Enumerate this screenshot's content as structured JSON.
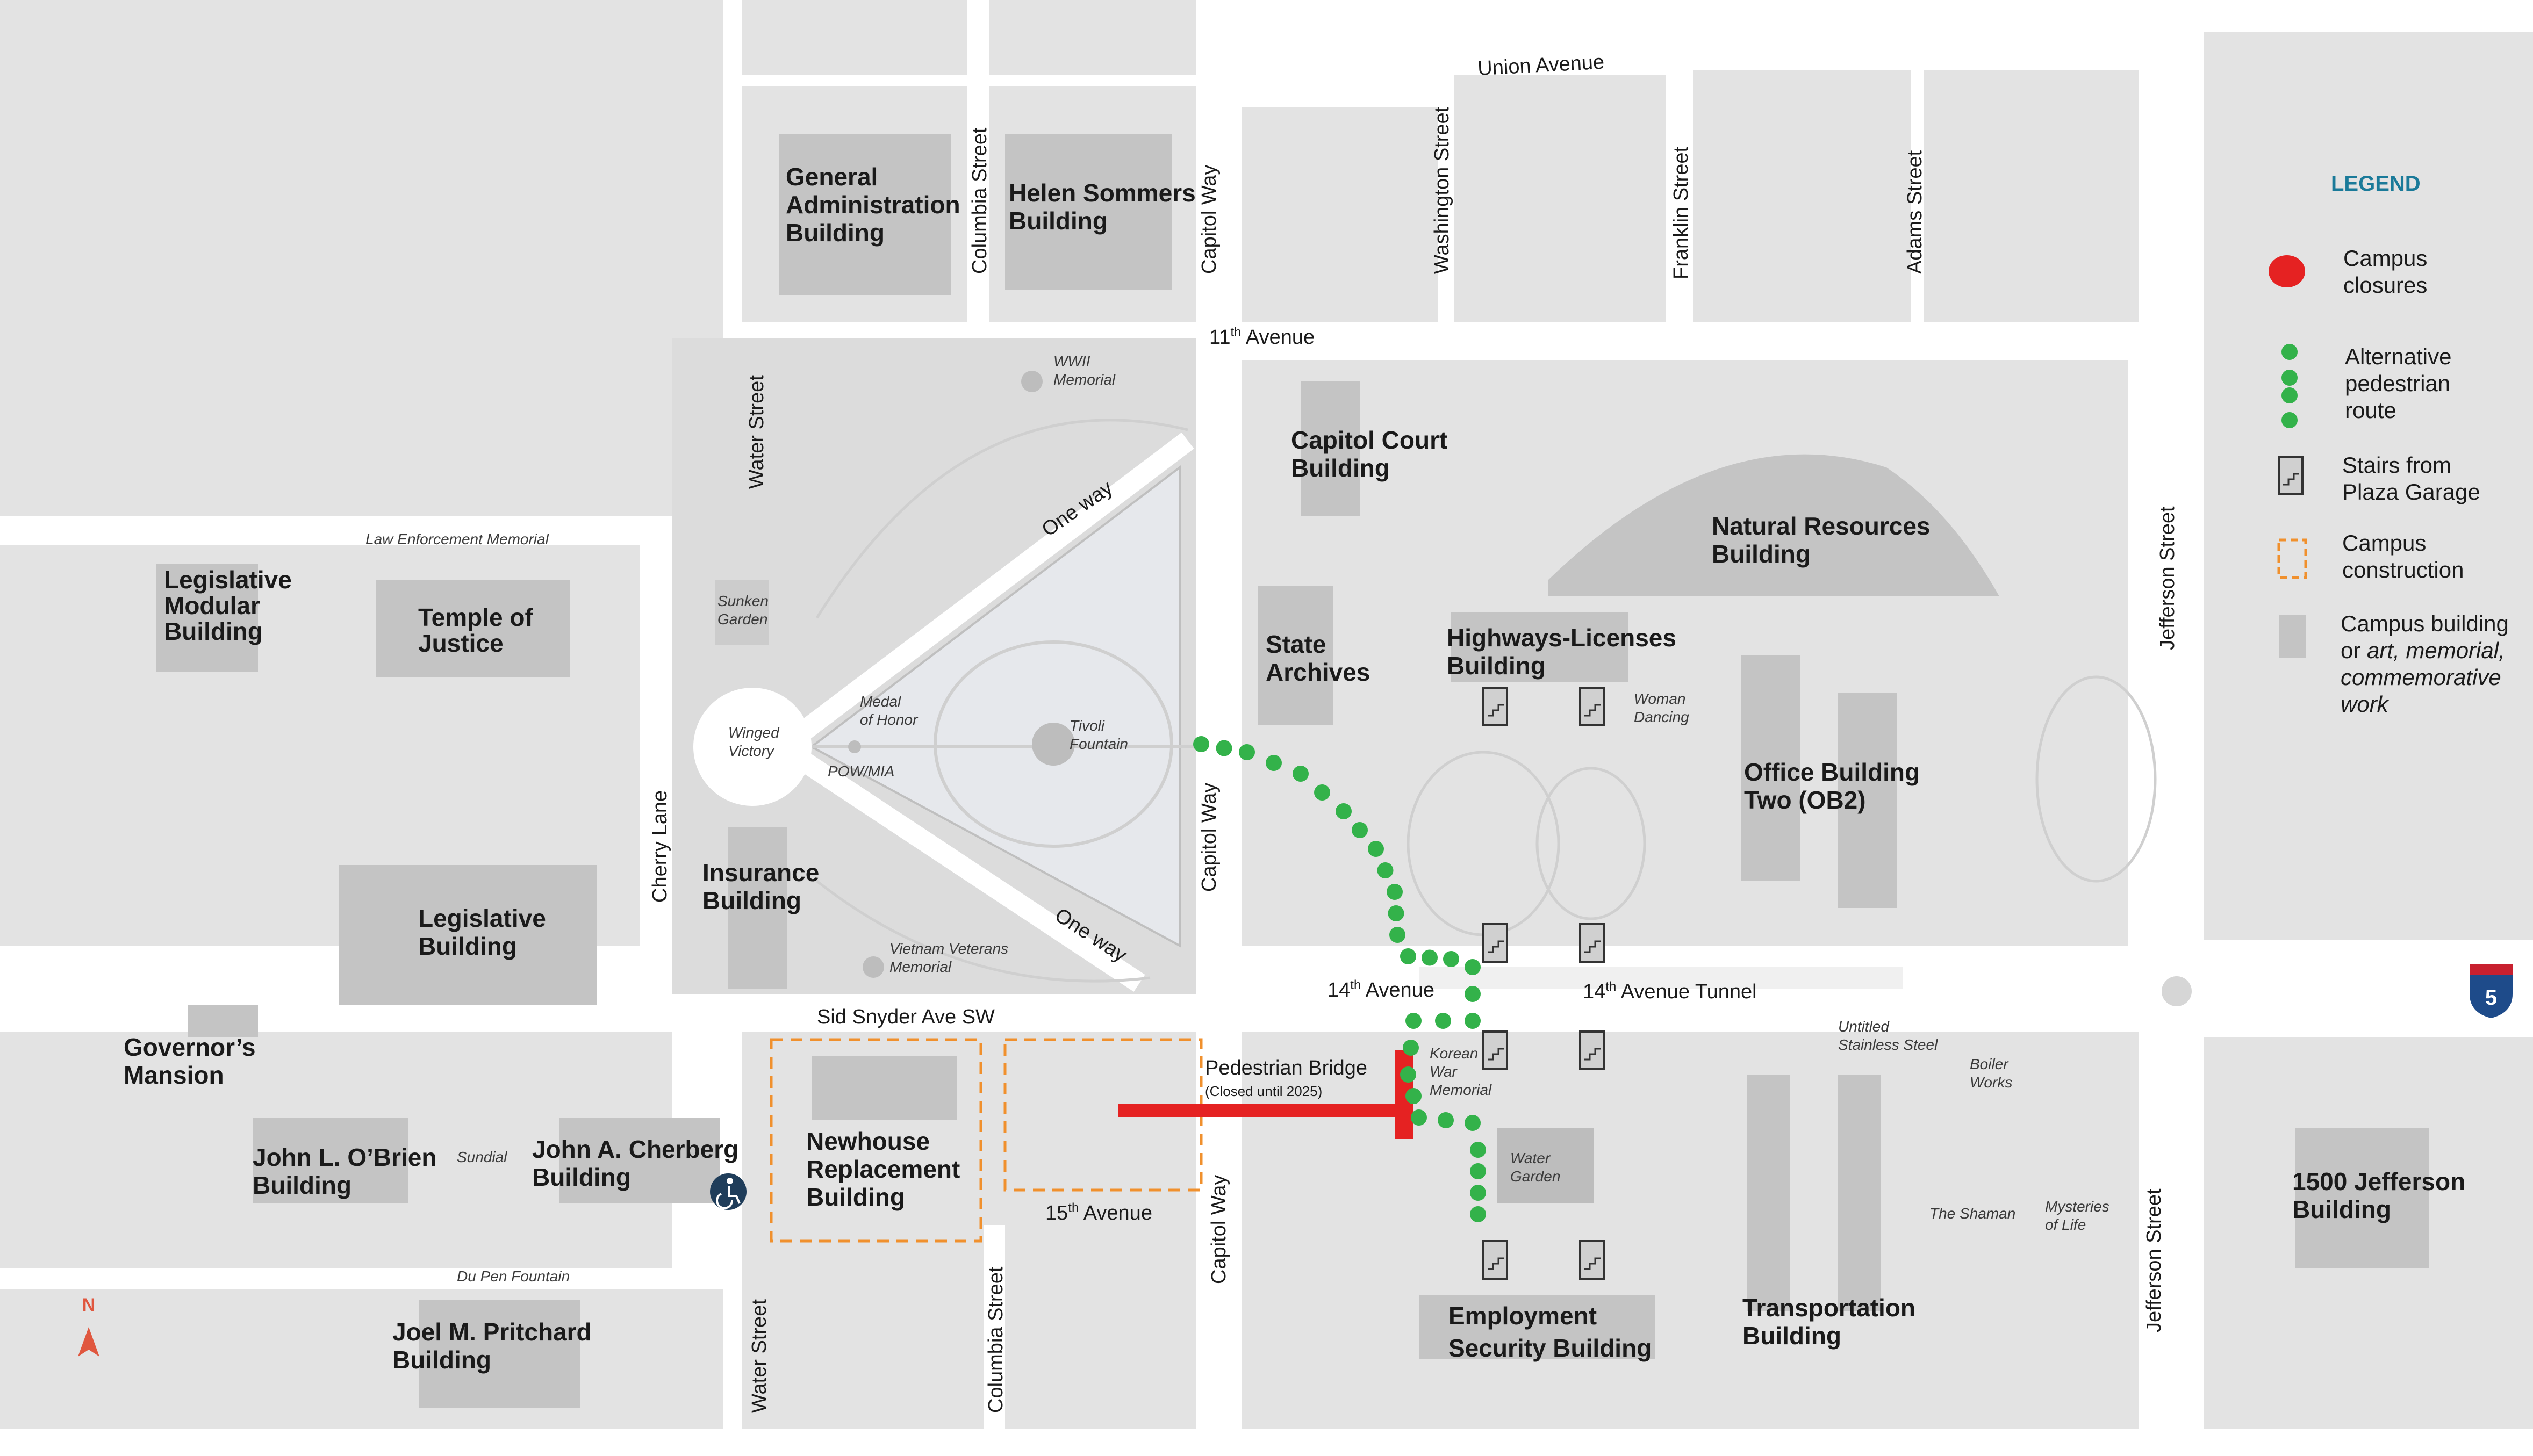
{
  "colors": {
    "background": "#ffffff",
    "block": "#e3e3e3",
    "building": "#c4c4c4",
    "park": "#e0e0e0",
    "closure": "#e52222",
    "route": "#33b24a",
    "construction": "#f0902d",
    "legend_title": "#1a7a99",
    "interstate_red": "#c8202f",
    "interstate_blue": "#1e4b8a"
  },
  "streets": {
    "union": "Union Avenue",
    "eleventh": "11",
    "eleventh_sup": "th",
    "eleventh_suffix": " Avenue",
    "fourteenth": "14",
    "fourteenth_sup": "th",
    "fourteenth_suffix": " Avenue",
    "tunnel": "14",
    "tunnel_sup": "th",
    "tunnel_suffix": " Avenue Tunnel",
    "fifteenth": "15",
    "fifteenth_sup": "th",
    "fifteenth_suffix": " Avenue",
    "sid_snyder": "Sid Snyder Ave SW",
    "columbia": "Columbia Street",
    "capitol_way": "Capitol Way",
    "washington": "Washington Street",
    "franklin": "Franklin Street",
    "adams": "Adams Street",
    "jefferson": "Jefferson Street",
    "water": "Water Street",
    "cherry": "Cherry Lane",
    "one_way": "One way"
  },
  "buildings": {
    "general_admin": [
      "General",
      "Administration",
      "Building"
    ],
    "helen_sommers": [
      "Helen Sommers",
      "Building"
    ],
    "capitol_court": [
      "Capitol Court",
      "Building"
    ],
    "natural_resources": [
      "Natural Resources",
      "Building"
    ],
    "state_archives": [
      "State",
      "Archives"
    ],
    "highways_licenses": [
      "Highways-Licenses",
      "Building"
    ],
    "ob2": [
      "Office Building",
      "Two (OB2)"
    ],
    "legislative_modular": [
      "Legislative",
      "Modular",
      "Building"
    ],
    "temple_justice": [
      "Temple of",
      "Justice"
    ],
    "insurance": [
      "Insurance",
      "Building"
    ],
    "legislative": [
      "Legislative",
      "Building"
    ],
    "governors_mansion": [
      "Governor’s",
      "Mansion"
    ],
    "obrien": [
      "John L. O’Brien",
      "Building"
    ],
    "cherberg": [
      "John A. Cherberg",
      "Building"
    ],
    "newhouse": [
      "Newhouse",
      "Replacement",
      "Building"
    ],
    "pritchard": [
      "Joel M. Pritchard",
      "Building"
    ],
    "employment_security": [
      "Employment",
      "Security Building"
    ],
    "transportation": [
      "Transportation",
      "Building"
    ],
    "jefferson_1500": [
      "1500 Jefferson",
      "Building"
    ]
  },
  "memorials": {
    "wwii": [
      "WWII",
      "Memorial"
    ],
    "law_enforcement": "Law Enforcement Memorial",
    "sunken_garden": [
      "Sunken",
      "Garden"
    ],
    "winged_victory": [
      "Winged",
      "Victory"
    ],
    "medal_of_honor": [
      "Medal",
      "of Honor"
    ],
    "pow_mia": "POW/MIA",
    "tivoli": [
      "Tivoli",
      "Fountain"
    ],
    "vietnam": [
      "Vietnam Veterans",
      "Memorial"
    ],
    "woman_dancing": [
      "Woman",
      "Dancing"
    ],
    "untitled_steel": [
      "Untitled",
      "Stainless Steel"
    ],
    "boiler_works": [
      "Boiler",
      "Works"
    ],
    "korean_war": [
      "Korean",
      "War",
      "Memorial"
    ],
    "water_garden": [
      "Water",
      "Garden"
    ],
    "the_shaman": "The Shaman",
    "mysteries_of_life": [
      "Mysteries",
      "of Life"
    ],
    "sundial": "Sundial",
    "du_pen": "Du Pen Fountain"
  },
  "pedestrian_bridge": {
    "label": "Pedestrian Bridge",
    "note": "(Closed until 2025)"
  },
  "north_arrow": "N",
  "interstate": "5",
  "legend": {
    "title": "LEGEND",
    "closures": [
      "Campus",
      "closures"
    ],
    "route": [
      "Alternative",
      "pedestrian",
      "route"
    ],
    "stairs": [
      "Stairs from",
      "Plaza Garage"
    ],
    "construction": [
      "Campus",
      "construction"
    ],
    "building_line1": "Campus building",
    "building_line2_prefix": "or ",
    "building_line2_italic": "art, memorial,",
    "building_line3": "commemorative",
    "building_line4": "work"
  }
}
